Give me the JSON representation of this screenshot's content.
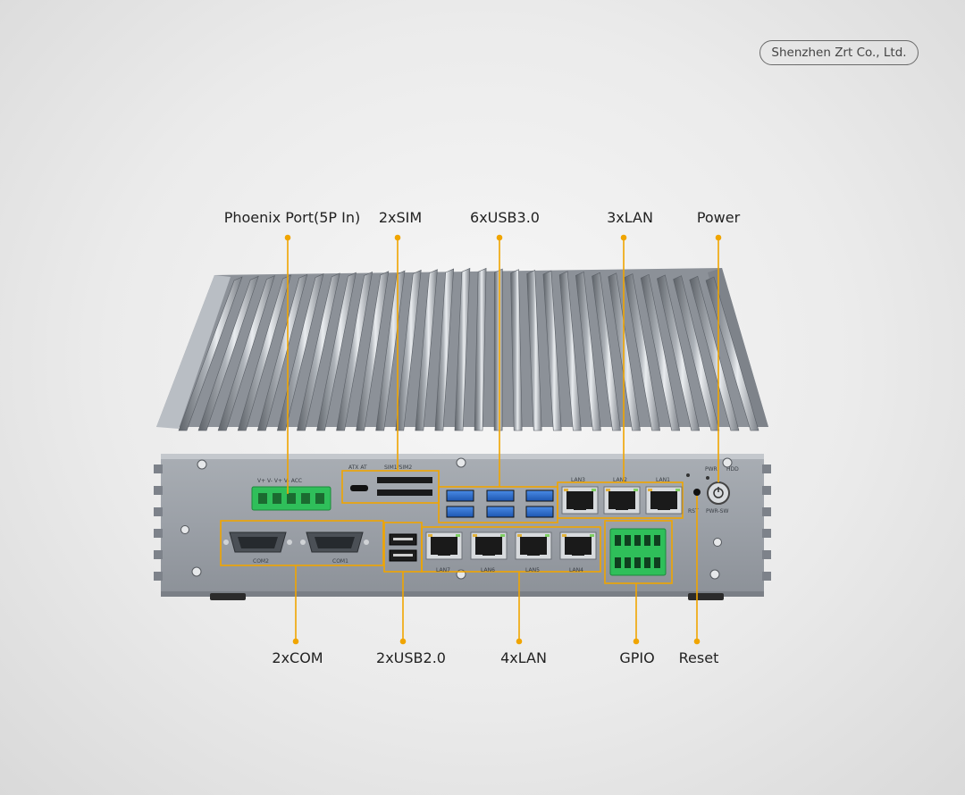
{
  "brand": {
    "text": "Shenzhen Zrt Co., Ltd."
  },
  "callouts": {
    "top": {
      "phoenix": "Phoenix Port(5P In)",
      "sim": "2xSIM",
      "usb3": "6xUSB3.0",
      "lan3": "3xLAN",
      "power": "Power"
    },
    "bottom": {
      "com": "2xCOM",
      "usb2": "2xUSB2.0",
      "lan4": "4xLAN",
      "gpio": "GPIO",
      "reset": "Reset"
    }
  },
  "panel_labels": {
    "lan1": "LAN1",
    "lan2": "LAN2",
    "lan3": "LAN3",
    "lan4": "LAN4",
    "lan5": "LAN5",
    "lan6": "LAN6",
    "lan7": "LAN7",
    "com1": "COM1",
    "com2": "COM2",
    "pwr_led": "PWR",
    "hdd_led": "HDD",
    "rst": "RST",
    "pwr_sw": "PWR-SW",
    "sim": "SIM1/SIM2",
    "atx": "ATX  AT",
    "phoenix_pins": "V+  V-  V+  V-  ACC"
  },
  "colors": {
    "accent": "#f0a500",
    "connector_green": "#2fbf5a",
    "usb_blue": "#2a6fd1"
  }
}
